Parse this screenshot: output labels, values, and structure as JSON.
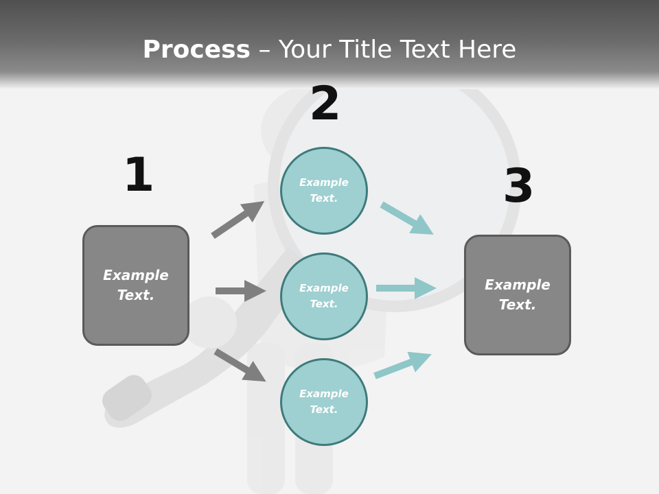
{
  "slide": {
    "title_bold": "Process",
    "title_rest": " – Your Title Text Here"
  },
  "steps": {
    "one": "1",
    "two": "2",
    "three": "3"
  },
  "left_box": {
    "label": "Example\nText."
  },
  "right_box": {
    "label": "Example\nText."
  },
  "circles": [
    {
      "label": "Example\nText."
    },
    {
      "label": "Example\nText."
    },
    {
      "label": "Example\nText."
    }
  ],
  "colors": {
    "box_fill": "#878787",
    "circle_fill": "#9ecfd1",
    "gray_arrow": "#7f7f7f",
    "teal_arrow": "#8fc6c7"
  }
}
